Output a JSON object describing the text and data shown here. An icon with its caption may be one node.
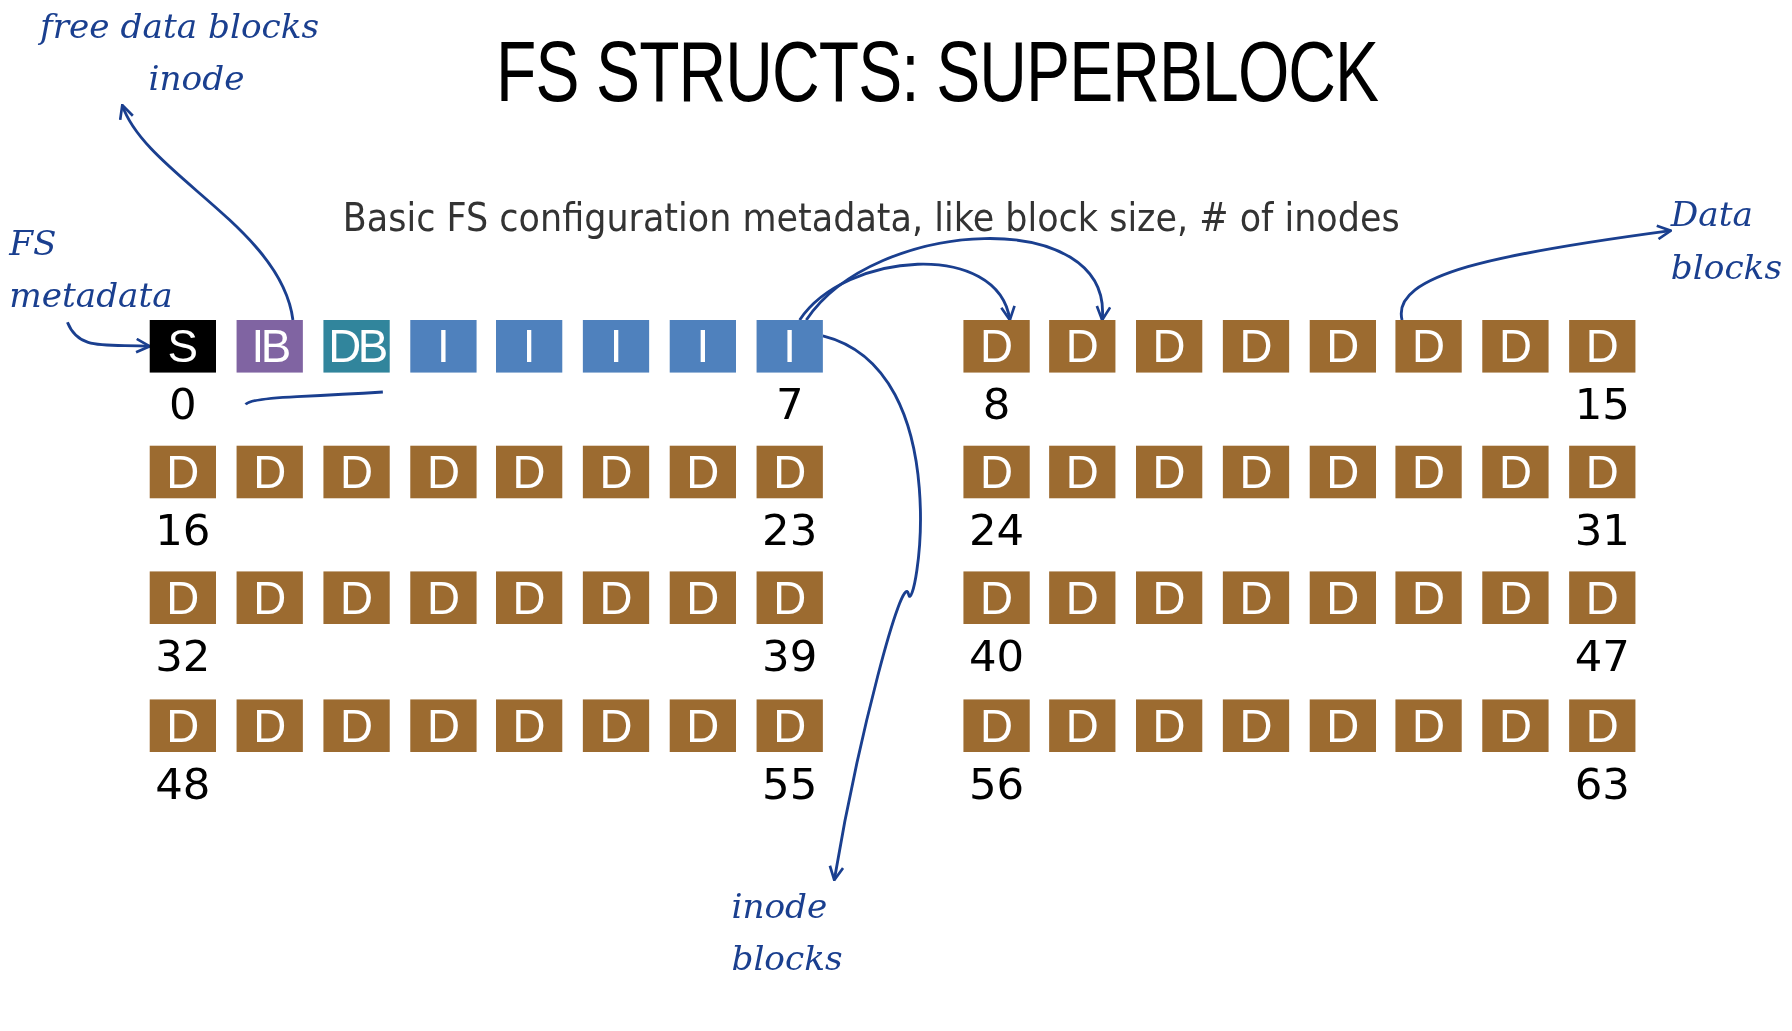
{
  "diagram": {
    "title": "FS STRUCTS: SUPERBLOCK",
    "nodes": [
      {
        "text": [
          "S"
        ],
        "beside": [
          "0"
        ]
      },
      {
        "text": [
          "IB"
        ]
      },
      {
        "text": [
          "DB"
        ]
      },
      {
        "text": [
          "I"
        ]
      },
      {
        "text": [
          "I"
        ]
      },
      {
        "text": [
          "I"
        ]
      },
      {
        "text": [
          "I"
        ]
      },
      {
        "text": [
          "I"
        ],
        "beside": [
          "7"
        ]
      },
      {
        "text": [
          "D"
        ],
        "beside": [
          "8"
        ]
      },
      {
        "text": [
          "D"
        ]
      },
      {
        "text": [
          "D"
        ]
      },
      {
        "text": [
          "D"
        ]
      },
      {
        "text": [
          "D"
        ]
      },
      {
        "text": [
          "D"
        ]
      },
      {
        "text": [
          "D"
        ]
      },
      {
        "text": [
          "D"
        ],
        "beside": [
          "15"
        ]
      },
      {
        "text": [
          "D"
        ],
        "beside": [
          "16"
        ]
      },
      {
        "text": [
          "D"
        ]
      },
      {
        "text": [
          "D"
        ]
      },
      {
        "text": [
          "D"
        ]
      },
      {
        "text": [
          "D"
        ]
      },
      {
        "text": [
          "D"
        ]
      },
      {
        "text": [
          "D"
        ]
      },
      {
        "text": [
          "D"
        ],
        "beside": [
          "23"
        ]
      },
      {
        "text": [
          "D"
        ],
        "beside": [
          "24"
        ]
      },
      {
        "text": [
          "D"
        ]
      },
      {
        "text": [
          "D"
        ]
      },
      {
        "text": [
          "D"
        ]
      },
      {
        "text": [
          "D"
        ]
      },
      {
        "text": [
          "D"
        ]
      },
      {
        "text": [
          "D"
        ]
      },
      {
        "text": [
          "D"
        ],
        "beside": [
          "31"
        ]
      },
      {
        "text": [
          "D"
        ],
        "beside": [
          "32"
        ]
      },
      {
        "text": [
          "D"
        ]
      },
      {
        "text": [
          "D"
        ]
      },
      {
        "text": [
          "D"
        ]
      },
      {
        "text": [
          "D"
        ]
      },
      {
        "text": [
          "D"
        ]
      },
      {
        "text": [
          "D"
        ]
      },
      {
        "text": [
          "D"
        ],
        "beside": [
          "39"
        ]
      },
      {
        "text": [
          "D"
        ],
        "beside": [
          "40"
        ]
      },
      {
        "text": [
          "D"
        ]
      },
      {
        "text": [
          "D"
        ]
      },
      {
        "text": [
          "D"
        ]
      },
      {
        "text": [
          "D"
        ]
      },
      {
        "text": [
          "D"
        ]
      },
      {
        "text": [
          "D"
        ]
      },
      {
        "text": [
          "D"
        ],
        "beside": [
          "47"
        ]
      },
      {
        "text": [
          "D"
        ],
        "beside": [
          "48"
        ]
      },
      {
        "text": [
          "D"
        ]
      },
      {
        "text": [
          "D"
        ]
      },
      {
        "text": [
          "D"
        ]
      },
      {
        "text": [
          "D"
        ]
      },
      {
        "text": [
          "D"
        ]
      },
      {
        "text": [
          "D"
        ]
      },
      {
        "text": [
          "D"
        ],
        "beside": [
          "55"
        ]
      },
      {
        "text": [
          "D"
        ],
        "beside": [
          "56"
        ]
      },
      {
        "text": [
          "D"
        ]
      },
      {
        "text": [
          "D"
        ]
      },
      {
        "text": [
          "D"
        ]
      },
      {
        "text": [
          "D"
        ]
      },
      {
        "text": [
          "D"
        ]
      },
      {
        "text": [
          "D"
        ]
      },
      {
        "text": [
          "D"
        ],
        "beside": [
          "63"
        ]
      },
      {
        "text": [
          "free data blocks",
          "inode"
        ]
      },
      {
        "text": [
          "FS metadata"
        ]
      },
      {
        "text": [
          "Data blocks"
        ]
      },
      {
        "text": [
          "inode blocks"
        ]
      }
    ],
    "edges": [
      {
        "from": 65,
        "to": 0,
        "arrow": "to"
      },
      {
        "from": 1,
        "to": 64,
        "arrow": "to"
      },
      {
        "from": 7,
        "to": 8,
        "arrow": "to"
      },
      {
        "from": 7,
        "to": 9,
        "arrow": "to"
      },
      {
        "from": 7,
        "to": 67,
        "arrow": "to"
      },
      {
        "from": 13,
        "to": 66,
        "arrow": "to"
      }
    ],
    "labels": [
      "Basic FS configuration metadata, like block size, # of inodes"
    ]
  }
}
